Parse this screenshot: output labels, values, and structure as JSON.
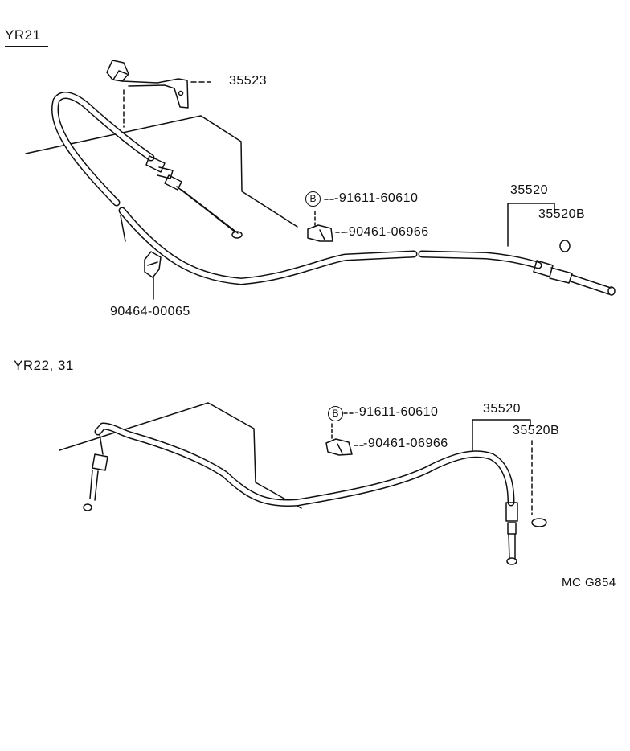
{
  "section_1": {
    "title": "YR21"
  },
  "section_2": {
    "title_underlined": "YR22",
    "title_rest": ", 31"
  },
  "parts_1": {
    "bracket": "35523",
    "bolt_marker": "B",
    "bolt": "-91611-60610",
    "clip": "-90461-06966",
    "cable": "35520",
    "ring": "35520B",
    "clamp": "90464-00065"
  },
  "parts_2": {
    "bolt_marker": "B",
    "bolt": "-91611-60610",
    "clip": "-90461-06966",
    "cable": "35520",
    "ring": "35520B"
  },
  "figure_code": "MC G854"
}
